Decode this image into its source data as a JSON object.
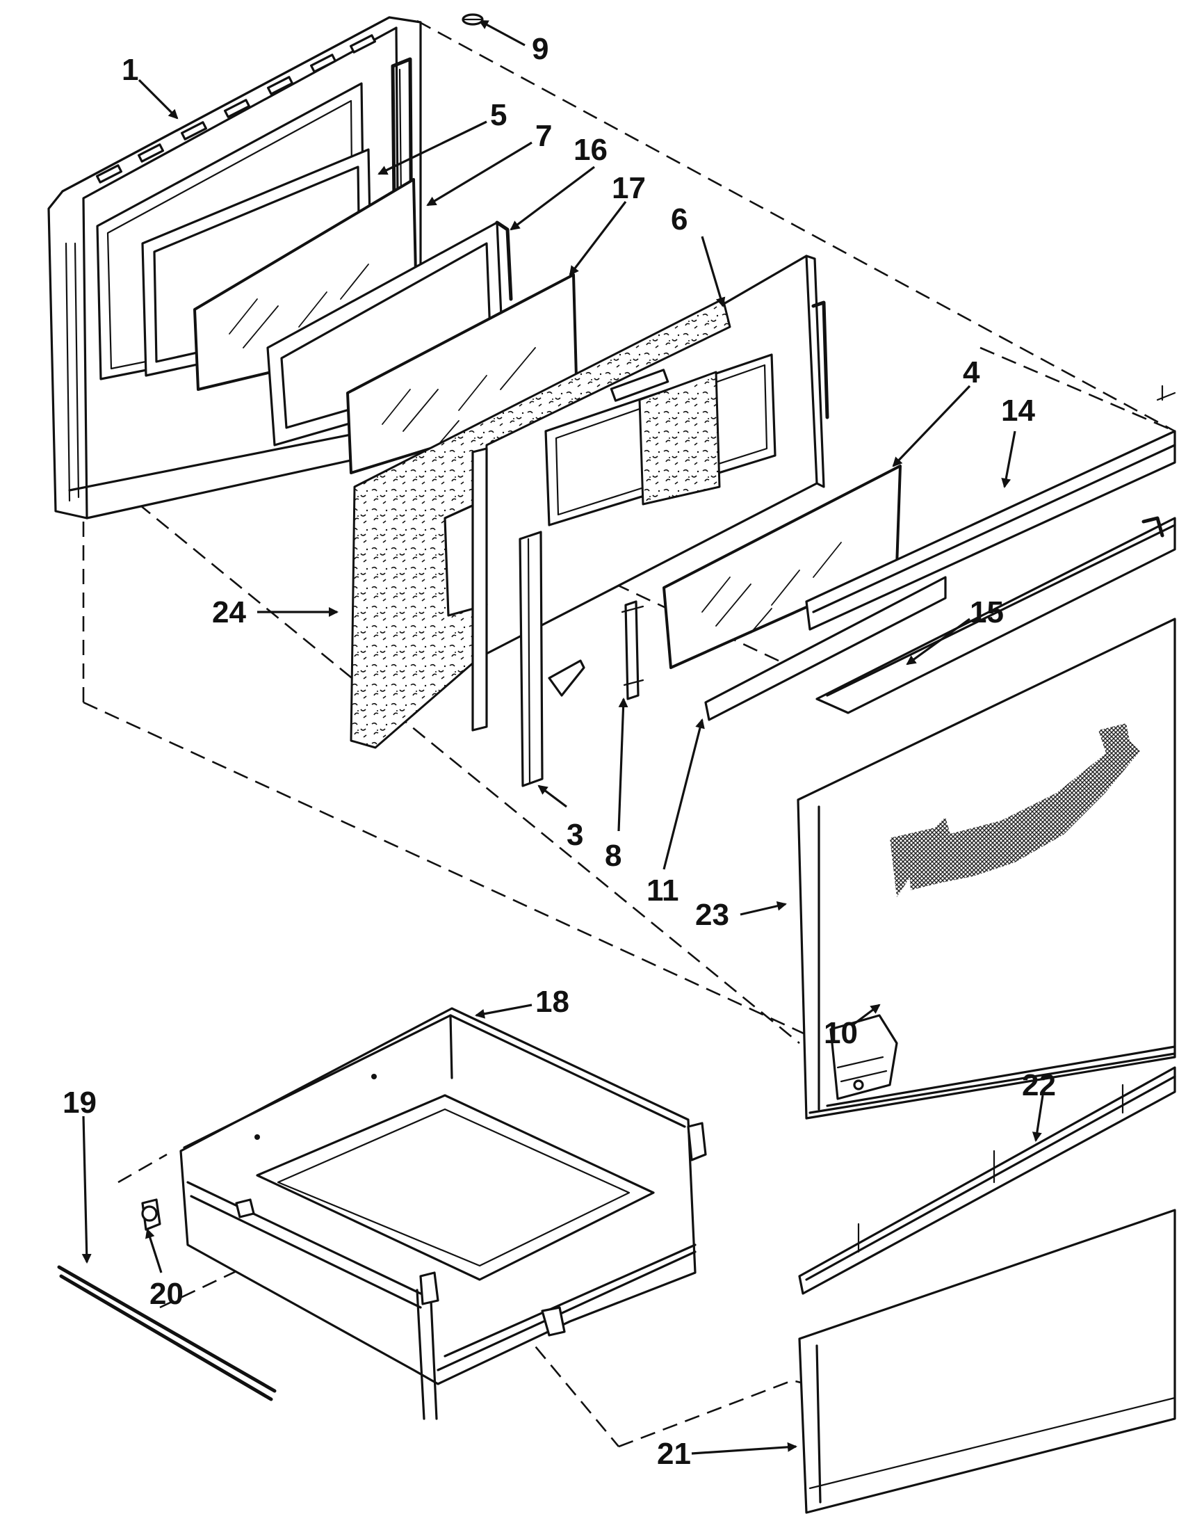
{
  "callouts": [
    {
      "label": "1"
    },
    {
      "label": "9"
    },
    {
      "label": "5"
    },
    {
      "label": "7"
    },
    {
      "label": "16"
    },
    {
      "label": "17"
    },
    {
      "label": "6"
    },
    {
      "label": "4"
    },
    {
      "label": "14"
    },
    {
      "label": "15"
    },
    {
      "label": "24"
    },
    {
      "label": "3"
    },
    {
      "label": "8"
    },
    {
      "label": "11"
    },
    {
      "label": "23"
    },
    {
      "label": "10"
    },
    {
      "label": "18"
    },
    {
      "label": "19"
    },
    {
      "label": "20"
    },
    {
      "label": "22"
    },
    {
      "label": "21"
    }
  ]
}
